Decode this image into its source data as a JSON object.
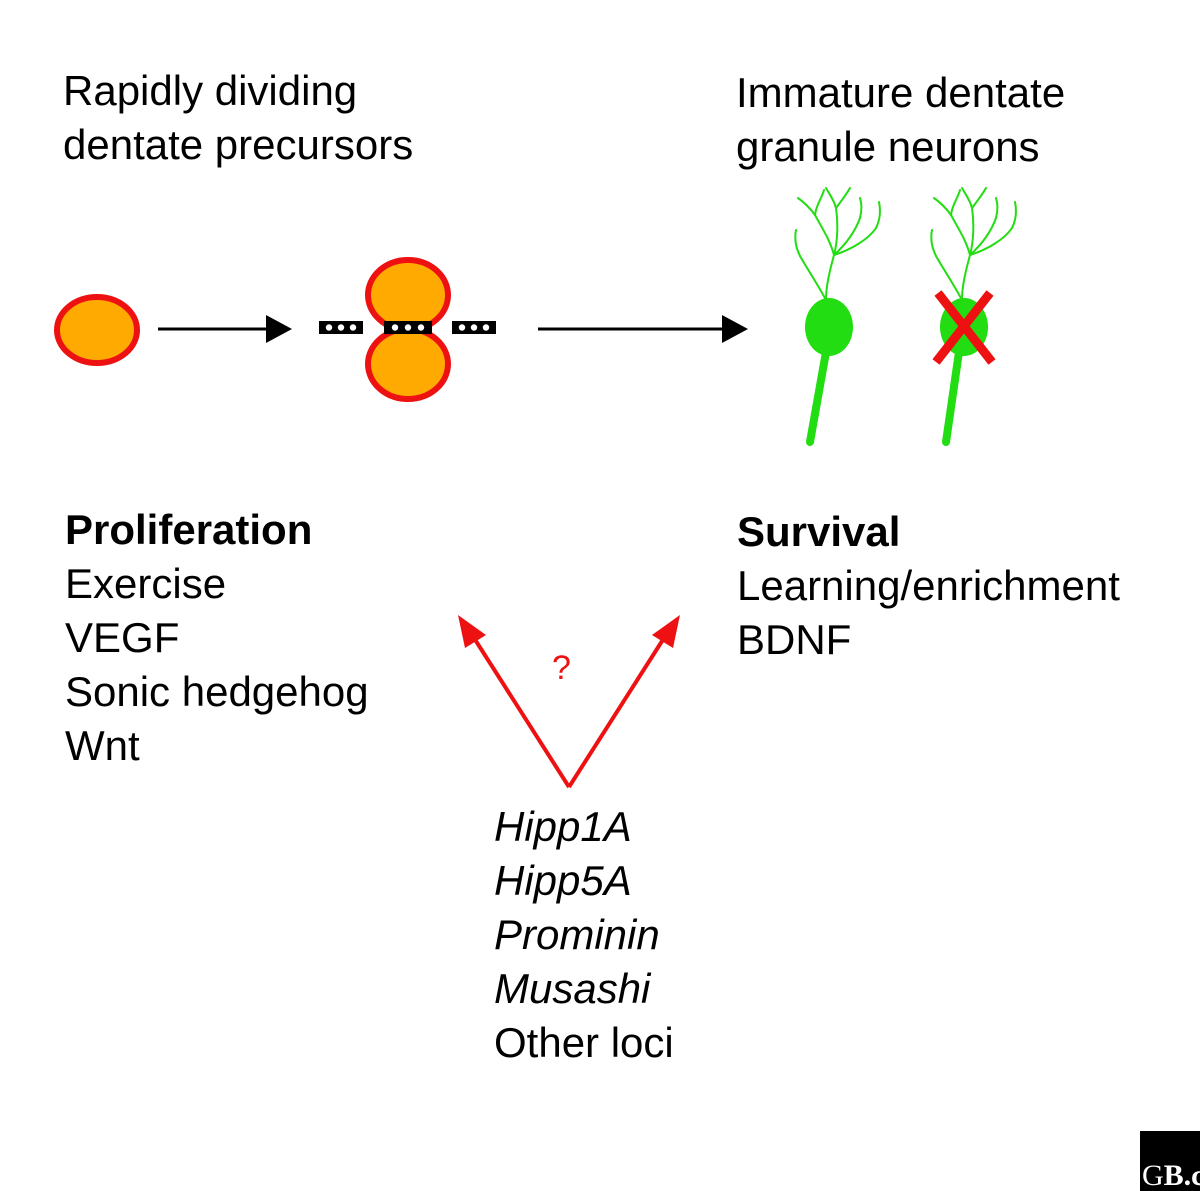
{
  "top_labels": {
    "left_line1": "Rapidly dividing",
    "left_line2": "dentate precursors",
    "right_line1": "Immature dentate",
    "right_line2": "granule neurons"
  },
  "proliferation": {
    "heading": "Proliferation",
    "items": [
      "Exercise",
      "VEGF",
      "Sonic hedgehog",
      "Wnt"
    ]
  },
  "survival": {
    "heading": "Survival",
    "items": [
      "Learning/enrichment",
      "BDNF"
    ]
  },
  "center": {
    "question": "?",
    "loci": [
      "Hipp1A",
      "Hipp5A",
      "Prominin",
      "Musashi"
    ],
    "other": "Other loci"
  },
  "colors": {
    "cell_fill": "#FFAA00",
    "cell_outline": "#EE1111",
    "neuron": "#22DD11",
    "red_arrows": "#EE1111",
    "x_mark": "#EE1111"
  },
  "logo": {
    "text_a": "G",
    "text_b": "B.c"
  }
}
